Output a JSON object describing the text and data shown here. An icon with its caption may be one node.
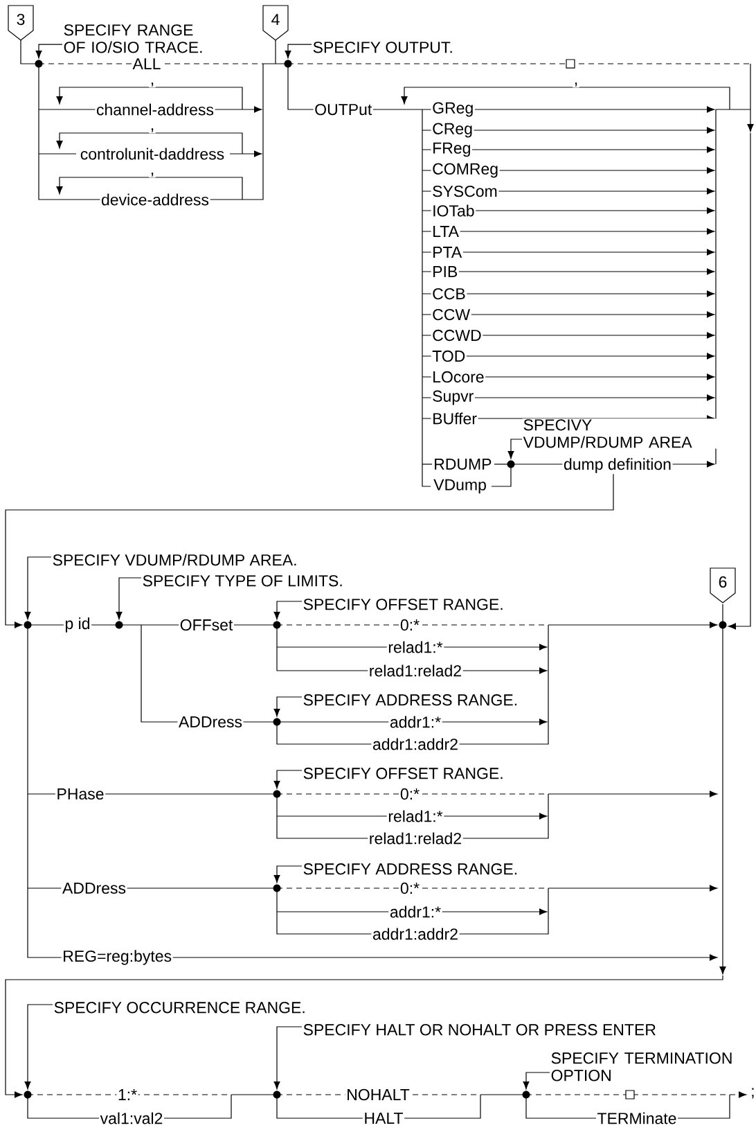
{
  "diagram": {
    "nodes": [
      {
        "text": [
          "3"
        ]
      },
      {
        "text": [
          "SPECIFY RANGE OF IO/SIO TRACE."
        ]
      },
      {
        "text": [
          "4"
        ]
      },
      {
        "text": [
          "SPECIFY OUTPUT."
        ]
      },
      {
        "text": [
          "SPECIVY VDUMP/RDUMP AREA"
        ]
      },
      {
        "text": [
          "SPECIFY VDUMP/RDUMP AREA."
        ]
      },
      {
        "text": [
          "6"
        ]
      },
      {
        "text": [
          "SPECIFY TYPE OF LIMITS."
        ]
      },
      {
        "text": [
          "SPECIFY OFFSET RANGE."
        ]
      },
      {
        "text": [
          "SPECIFY ADDRESS RANGE."
        ]
      },
      {
        "text": [
          "SPECIFY OFFSET RANGE."
        ]
      },
      {
        "text": [
          "SPECIFY ADDRESS RANGE."
        ]
      },
      {
        "text": [
          "SPECIFY OCCURRENCE RANGE."
        ]
      },
      {
        "text": [
          "SPECIFY HALT OR NOHALT OR PRESS ENTER"
        ]
      },
      {
        "text": [
          "SPECIFY TERMINATION OPTION"
        ]
      },
      {
        "text": [],
        "shape": "circle"
      },
      {
        "text": [],
        "shape": "circle"
      },
      {
        "text": [],
        "shape": "circle"
      },
      {
        "text": [],
        "shape": "circle"
      },
      {
        "text": [],
        "shape": "circle"
      },
      {
        "text": [],
        "shape": "circle"
      },
      {
        "text": [],
        "shape": "circle"
      },
      {
        "text": [],
        "shape": "circle"
      },
      {
        "text": [],
        "shape": "circle"
      },
      {
        "text": [],
        "shape": "circle"
      },
      {
        "text": [],
        "shape": "circle"
      },
      {
        "text": [],
        "shape": "circle"
      },
      {
        "text": [],
        "shape": "circle"
      }
    ],
    "edges": [
      {
        "from": 1,
        "to": 15,
        "arrow": "to"
      },
      {
        "from": 3,
        "to": 16,
        "arrow": "to"
      },
      {
        "from": 4,
        "to": 17,
        "arrow": "to"
      },
      {
        "from": 5,
        "to": 18,
        "arrow": "to"
      },
      {
        "from": 7,
        "to": 19,
        "arrow": "to"
      },
      {
        "from": 8,
        "to": 20,
        "arrow": "to"
      },
      {
        "from": 9,
        "to": 22,
        "arrow": "to"
      },
      {
        "from": 10,
        "to": 23,
        "arrow": "to"
      },
      {
        "from": 11,
        "to": 24,
        "arrow": "to"
      },
      {
        "from": 12,
        "to": 25,
        "arrow": "to"
      },
      {
        "from": 13,
        "to": 26,
        "arrow": "to"
      },
      {
        "from": 14,
        "to": 27,
        "arrow": "to"
      }
    ],
    "labels": [
      "ALL",
      ",",
      "channel-address",
      ",",
      "controlunit-daddress",
      ",",
      "device-address",
      "OUTPut",
      ",",
      "GReg",
      "CReg",
      "FReg",
      "COMReg",
      "SYSCom",
      "IOTab",
      "LTA",
      "PTA",
      "PIB",
      "CCB",
      "CCW",
      "CCWD",
      "TOD",
      "LOcore",
      "Supvr",
      "BUffer",
      "RDUMP",
      "dump definition",
      "VDump",
      "p id",
      "OFFset",
      "0:*",
      "relad1:*",
      "relad1:relad2",
      "ADDress",
      "addr1:*",
      "addr1:addr2",
      "PHase",
      "0:*",
      "relad1:*",
      "relad1:relad2",
      "ADDress",
      "0:*",
      "addr1:*",
      "addr1:addr2",
      "REG=reg:bytes",
      "1:*",
      "val1:val2",
      "NOHALT",
      "HALT",
      "TERMinate",
      ";"
    ]
  }
}
